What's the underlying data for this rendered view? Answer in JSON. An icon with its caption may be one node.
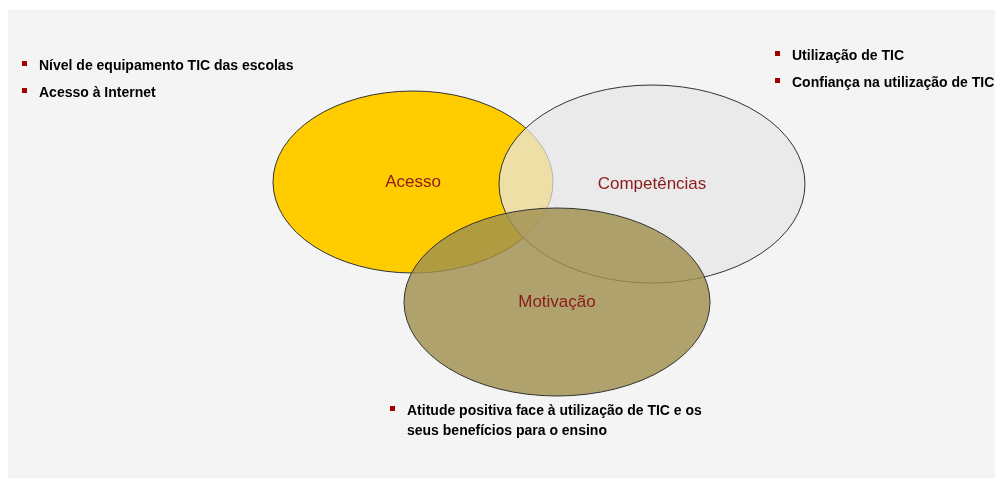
{
  "diagram": {
    "nodes": [
      {
        "text": [
          "Acesso"
        ],
        "beside": [
          "Nível de equipamento TIC das escolas",
          "Acesso à Internet"
        ]
      },
      {
        "text": [
          "Competências"
        ],
        "beside": [
          "Utilização de TIC",
          "Confiança na utilização de TIC"
        ]
      },
      {
        "text": [
          "Motivação"
        ],
        "beside": [
          "Atitude positiva face à utilização de TIC e os seus benefícios para o ensino"
        ]
      }
    ]
  }
}
